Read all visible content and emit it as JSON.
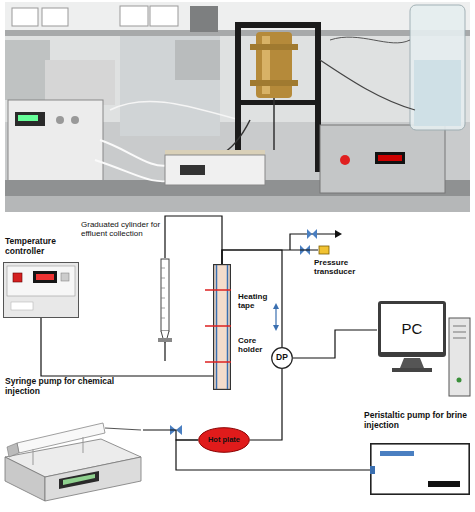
{
  "diagram": {
    "nodes": [
      {
        "text": [
          "Graduated cylinder for effluent collection"
        ]
      },
      {
        "text": [
          "Temperature controller"
        ]
      },
      {
        "text": [
          "Heating tape",
          "Core holder"
        ]
      },
      {
        "text": [
          "Pressure transducer"
        ]
      },
      {
        "text": [
          "PC"
        ]
      },
      {
        "text": [
          "DP"
        ]
      },
      {
        "text": [
          "Hot plate"
        ]
      },
      {
        "text": [
          "Syringe pump for chemical injection"
        ]
      },
      {
        "text": [
          "Peristaltic pump for brine injection"
        ]
      }
    ],
    "edges": [
      {
        "from": 2,
        "to": 0,
        "arrow": "none"
      },
      {
        "from": 1,
        "to": 2,
        "arrow": "none"
      },
      {
        "from": 2,
        "to": 3,
        "arrow": "none"
      },
      {
        "from": 2,
        "to": 5,
        "arrow": "none"
      },
      {
        "from": 5,
        "to": 4,
        "arrow": "none"
      },
      {
        "from": 5,
        "to": 6,
        "arrow": "none"
      },
      {
        "from": 7,
        "to": 6,
        "arrow": "none"
      },
      {
        "from": 8,
        "to": 6,
        "arrow": "none"
      }
    ]
  }
}
